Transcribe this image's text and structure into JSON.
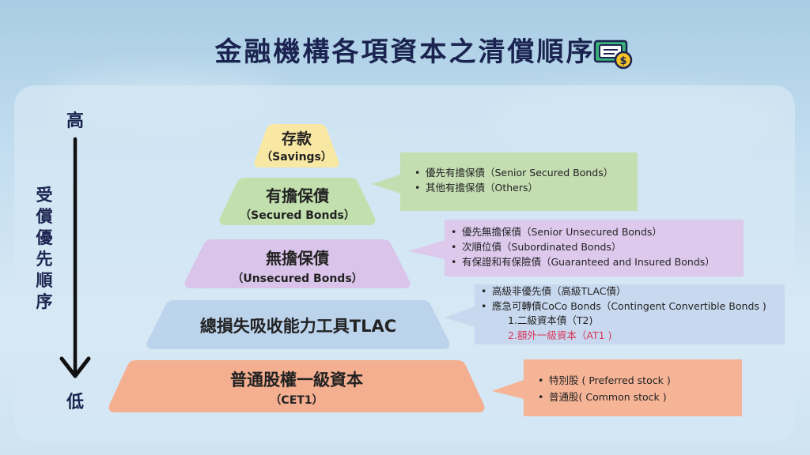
{
  "title": "金融機構各項資本之清償順序",
  "axis": {
    "high": "高",
    "low": "低",
    "title": "受償優先順序"
  },
  "tiers": [
    {
      "name": "存款",
      "sub": "（Savings）",
      "color": "#f9e8a3"
    },
    {
      "name": "有擔保債",
      "sub": "（Secured Bonds）",
      "color": "#c2dfae"
    },
    {
      "name": "無擔保債",
      "sub": "（Unsecured Bonds）",
      "color": "#dac4ea"
    },
    {
      "name": "總損失吸收能力工具TLAC",
      "sub": "",
      "color": "#bcd3ec"
    },
    {
      "name": "普通股權一級資本",
      "sub": "（CET1）",
      "color": "#f4ae90"
    }
  ],
  "callouts": {
    "secured": {
      "color": "#c4deb2",
      "items": [
        "優先有擔保債（Senior Secured Bonds）",
        "其他有擔保債（Others）"
      ]
    },
    "unsecured": {
      "color": "#dcc9ec",
      "items": [
        "優先無擔保債（Senior Unsecured Bonds）",
        "次順位債（Subordinated Bonds）",
        "有保證和有保險債（Guaranteed and Insured  Bonds）"
      ]
    },
    "tlac": {
      "color": "#c8d9ef",
      "items": [
        "高級非優先債（高級TLAC債）",
        "應急可轉債CoCo Bonds（Contingent Convertible Bonds )"
      ],
      "subitems": [
        "1.二級資本債（T2)",
        "2.額外一級資本（AT1 )"
      ]
    },
    "cet1": {
      "color": "#f6b497",
      "items": [
        "特別股 ( Preferred stock )",
        "普通股( Common stock )"
      ]
    }
  }
}
